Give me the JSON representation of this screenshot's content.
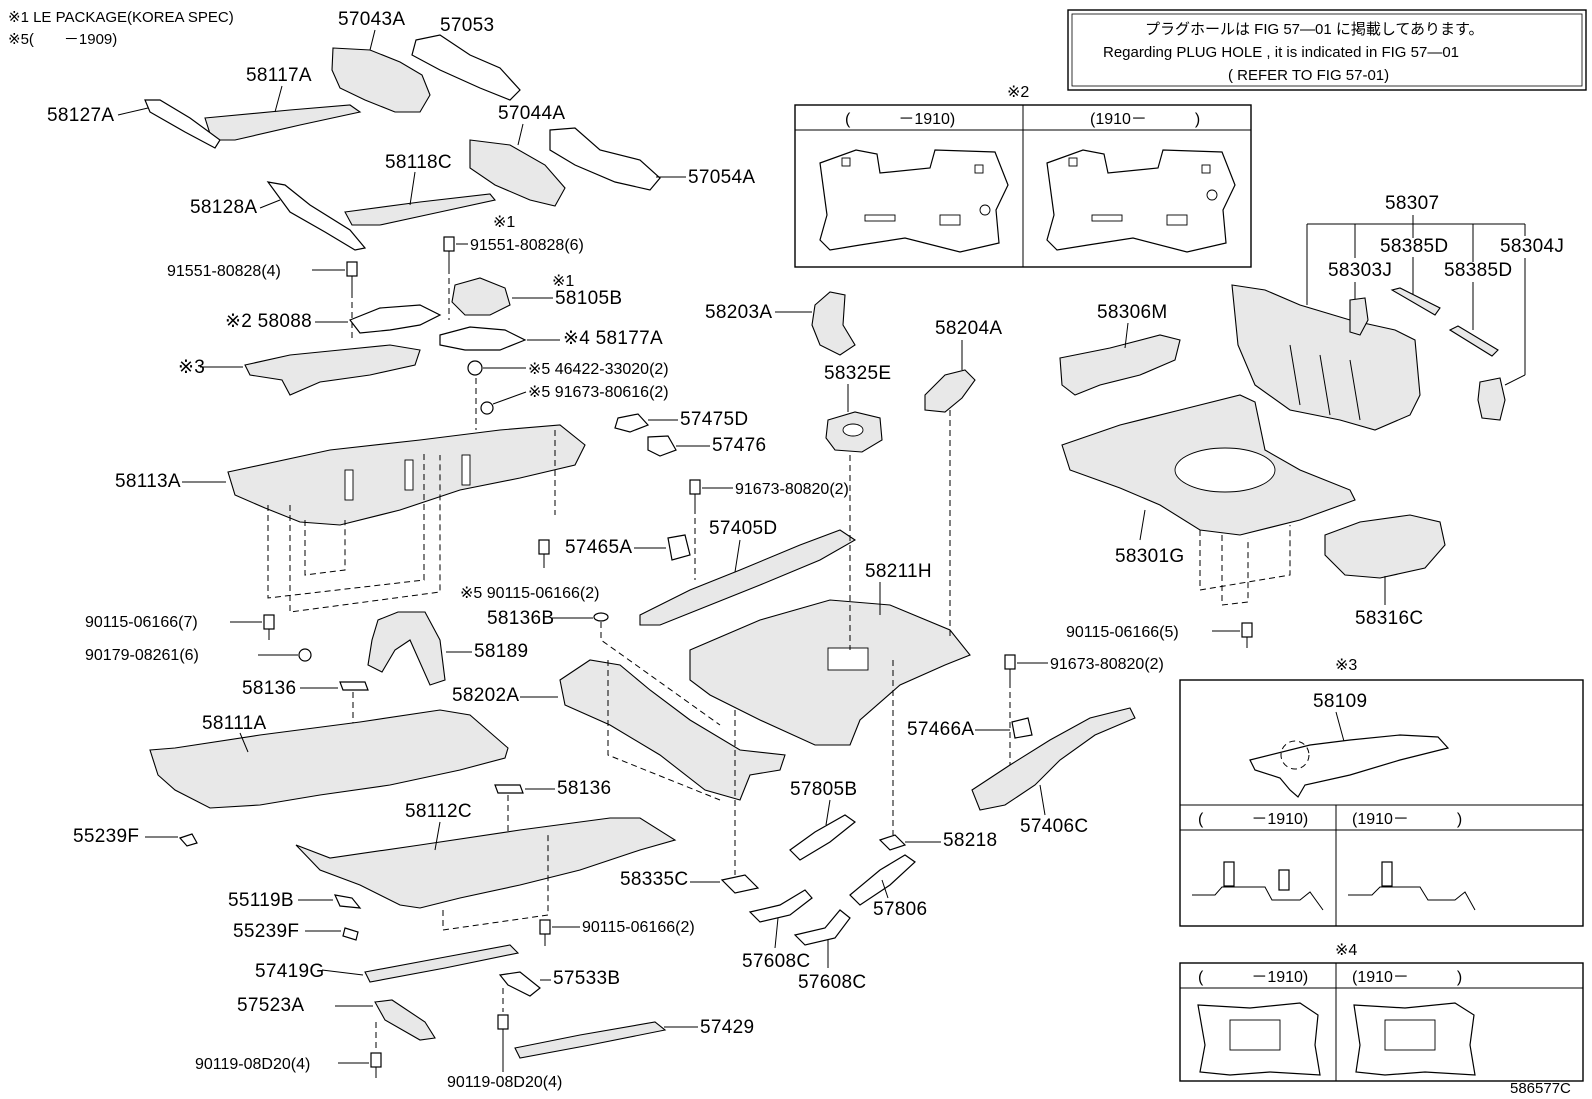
{
  "notes": {
    "n1": "※1 LE PACKAGE(KOREA SPEC)",
    "n5": "※5(　　－1909)"
  },
  "plug_note": {
    "jp": "プラグホールは FIG 57―01 に掲載してあります。",
    "en": "Regarding PLUG HOLE , it is indicated in FIG 57―01",
    "ref": "( REFER TO FIG 57-01)"
  },
  "inset2": {
    "mark": "※2",
    "left": "(　　　－1910)",
    "right": "(1910－　　　)"
  },
  "inset3": {
    "mark": "※3",
    "part": "58109",
    "left": "(　　　－1910)",
    "right": "(1910－　　　)"
  },
  "inset4": {
    "mark": "※4",
    "left": "(　　　－1910)",
    "right": "(1910－　　　)"
  },
  "labels": {
    "p57043A": "57043A",
    "p57053": "57053",
    "p58117A": "58117A",
    "p58127A": "58127A",
    "p57044A": "57044A",
    "p57054A": "57054A",
    "p58118C": "58118C",
    "p58128A": "58128A",
    "m1": "※1",
    "f91551a": "91551-80828(6)",
    "f91551b": "91551-80828(4)",
    "m1b": "※1",
    "p58105B": "58105B",
    "p58088": "※2 58088",
    "p58177A": "※4 58177A",
    "m3": "※3",
    "f46422": "※5 46422-33020(2)",
    "f91673a": "※5 91673-80616(2)",
    "p57475D": "57475D",
    "p57476": "57476",
    "p58113A": "58113A",
    "f91673b": "91673-80820(2)",
    "p57405D": "57405D",
    "p57465A": "57465A",
    "f90115a": "※5 90115-06166(2)",
    "p58136B": "58136B",
    "p58211H": "58211H",
    "f90115b": "90115-06166(7)",
    "f90179": "90179-08261(6)",
    "p58189": "58189",
    "p58136a": "58136",
    "p58202A": "58202A",
    "p58111A": "58111A",
    "p58136b": "58136",
    "p58112C": "58112C",
    "p55239Fa": "55239F",
    "p55119B": "55119B",
    "p55239Fb": "55239F",
    "f90115c": "90115-06166(2)",
    "p57419G": "57419G",
    "p57533B": "57533B",
    "p57523A": "57523A",
    "p57429": "57429",
    "f90119a": "90119-08D20(4)",
    "f90119b": "90119-08D20(4)",
    "p58203A": "58203A",
    "p58204A": "58204A",
    "p58325E": "58325E",
    "p58306M": "58306M",
    "p58307": "58307",
    "p58385Da": "58385D",
    "p58304J": "58304J",
    "p58303J": "58303J",
    "p58385Db": "58385D",
    "p58301G": "58301G",
    "p58316C": "58316C",
    "f90115d": "90115-06166(5)",
    "f91673c": "91673-80820(2)",
    "p57466A": "57466A",
    "p57406C": "57406C",
    "p57805B": "57805B",
    "p58218": "58218",
    "p58335C": "58335C",
    "p57806": "57806",
    "p57608Ca": "57608C",
    "p57608Cb": "57608C",
    "drawing_no": "586577C"
  }
}
